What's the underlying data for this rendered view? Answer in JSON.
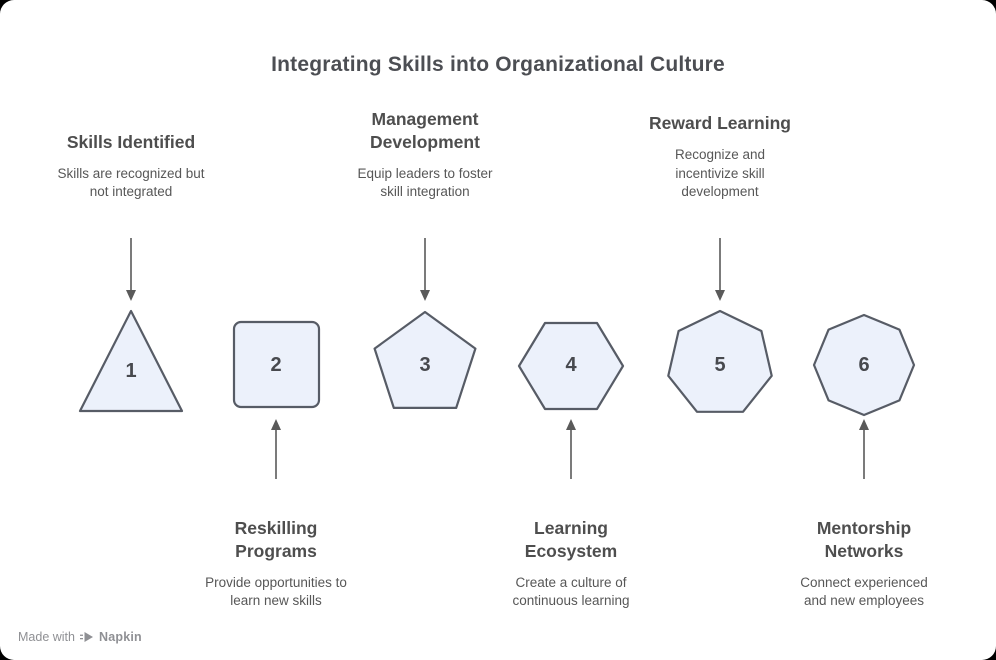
{
  "title": "Integrating Skills into Organizational Culture",
  "colors": {
    "canvas-bg": "#000000",
    "page-bg": "#ffffff",
    "title-color": "#4c4e53",
    "heading-color": "#4e4e4e",
    "desc-color": "#575757",
    "number-color": "#47494e",
    "shape-fill": "#ecf1fb",
    "shape-stroke": "#575c66",
    "arrow-color": "#5a5a5a",
    "watermark-color": "#8f9094"
  },
  "steps": [
    {
      "number": "1",
      "shape": "triangle",
      "label_position": "top",
      "heading": "Skills Identified",
      "description": "Skills are recognized but\nnot integrated"
    },
    {
      "number": "2",
      "shape": "square",
      "label_position": "bottom",
      "heading": "Reskilling\nPrograms",
      "description": "Provide opportunities to\nlearn new skills"
    },
    {
      "number": "3",
      "shape": "pentagon",
      "label_position": "top",
      "heading": "Management\nDevelopment",
      "description": "Equip leaders to foster\nskill integration"
    },
    {
      "number": "4",
      "shape": "hexagon",
      "label_position": "bottom",
      "heading": "Learning\nEcosystem",
      "description": "Create a culture of\ncontinuous learning"
    },
    {
      "number": "5",
      "shape": "heptagon",
      "label_position": "top",
      "heading": "Reward Learning",
      "description": "Recognize and\nincentivize skill\ndevelopment"
    },
    {
      "number": "6",
      "shape": "octagon",
      "label_position": "bottom",
      "heading": "Mentorship\nNetworks",
      "description": "Connect experienced\nand new employees"
    }
  ],
  "watermark": {
    "made_with": "Made with",
    "brand": "Napkin"
  }
}
